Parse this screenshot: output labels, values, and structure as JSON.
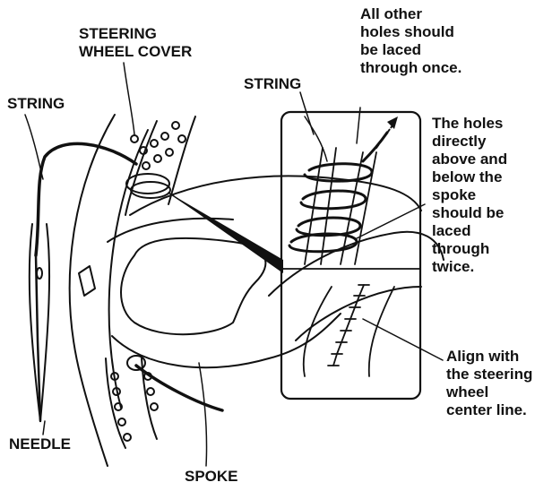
{
  "labels": {
    "steering_wheel_cover": [
      "STEERING",
      "WHEEL COVER"
    ],
    "string_left": "STRING",
    "string_inset": "STRING",
    "needle": "NEEDLE",
    "spoke": "SPOKE",
    "note_all_other_holes": [
      "All other",
      "holes should",
      "be laced",
      "through once."
    ],
    "note_holes_above_below": [
      "The holes",
      "directly",
      "above and",
      "below the",
      "spoke",
      "should be",
      "laced",
      "through",
      "twice."
    ],
    "note_align": [
      "Align with",
      "the steering",
      "wheel",
      "center line."
    ]
  },
  "colors": {
    "ink": "#111111",
    "background": "#ffffff"
  }
}
